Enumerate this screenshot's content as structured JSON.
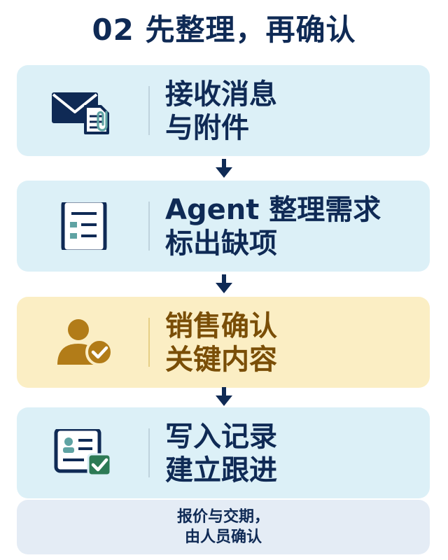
{
  "title": "02 先整理，再确认",
  "colors": {
    "navy": "#0f2a55",
    "teal": "#5fa3a3",
    "card_bg": "#dcf0f7",
    "highlight_bg": "#fbeec4",
    "highlight_text": "#7a4e07",
    "gold_icon": "#b27c18",
    "check_green": "#2d7a55",
    "note_bg": "#e4ecf5"
  },
  "steps": [
    {
      "icon": "email-attachment-icon",
      "line1": "接收消息",
      "line2": "与附件"
    },
    {
      "icon": "document-list-icon",
      "line1": "Agent 整理需求",
      "line2": "标出缺项"
    },
    {
      "icon": "user-check-icon",
      "line1": "销售确认",
      "line2": "关键内容",
      "highlight": true
    },
    {
      "icon": "record-card-check-icon",
      "line1": "写入记录",
      "line2": "建立跟进"
    }
  ],
  "note": {
    "line1": "报价与交期，",
    "line2": "由人员确认"
  }
}
